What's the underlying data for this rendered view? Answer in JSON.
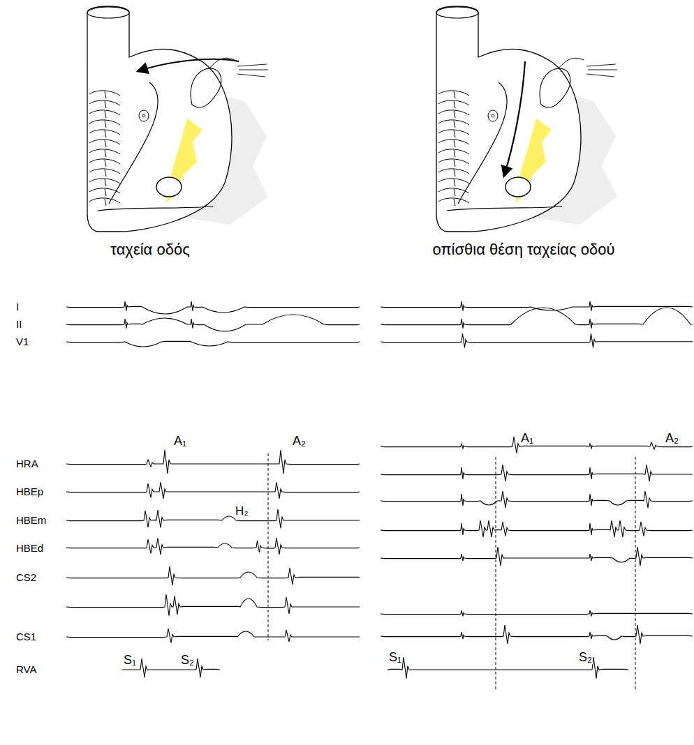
{
  "diagram": {
    "labels": [
      "ταχεία οδός",
      "οπίσθια θέση ταχείας οδού",
      "I",
      "II",
      "V1",
      "A₁",
      "A₂",
      "HRA",
      "HBEp",
      "H₂",
      "HBEm",
      "HBEd",
      "CS2",
      "CS1",
      "S₁",
      "S₂",
      "RVA",
      "A₁",
      "A₂",
      "S₁",
      "S₂"
    ]
  }
}
